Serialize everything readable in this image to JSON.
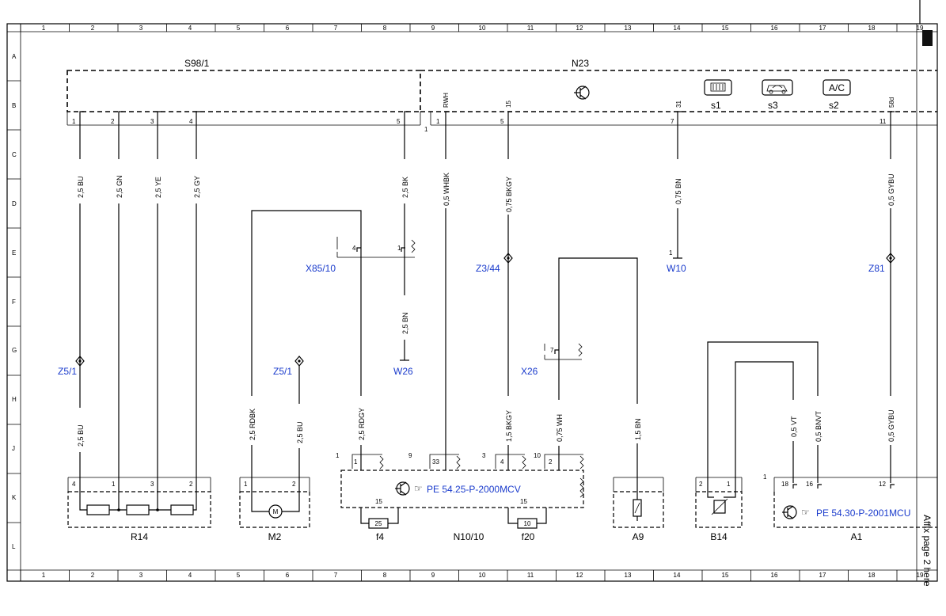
{
  "grid": {
    "columns": [
      "1",
      "2",
      "3",
      "4",
      "5",
      "6",
      "7",
      "8",
      "9",
      "10",
      "11",
      "12",
      "13",
      "14",
      "15",
      "16",
      "17",
      "18",
      "19"
    ],
    "rows": [
      "A",
      "B",
      "C",
      "D",
      "E",
      "F",
      "G",
      "H",
      "J",
      "K",
      "L"
    ]
  },
  "modules": {
    "s98": {
      "name": "S98/1",
      "pins": [
        "1",
        "2",
        "3",
        "4",
        "5"
      ]
    },
    "n23": {
      "name": "N23",
      "pins": [
        "RWH",
        "15",
        "31",
        "58d"
      ],
      "pin_numbers": [
        "1",
        "5",
        "7",
        "11"
      ],
      "corner": "1",
      "switches": [
        {
          "label": "s1"
        },
        {
          "label": "s3"
        },
        {
          "label": "s2",
          "text": "A/C"
        }
      ]
    }
  },
  "wires": {
    "bu": "2,5 BU",
    "gn": "2,5 GN",
    "ye": "2,5 YE",
    "gy": "2,5 GY",
    "bk": "2,5 BK",
    "whbk": "0,5 WHBK",
    "bkgy_top": "0,75 BKGY",
    "bn_w10": "0,75 BN",
    "gybu_top": "0,5 GYBU",
    "bn_w26": "2,5 BN",
    "bu_low": "2,5 BU",
    "rdbk": "2,5 RDBK",
    "bu_m2": "2,5 BU",
    "rdgy": "2,5 RDGY",
    "bkgy_low": "1,5 BKGY",
    "wh": "0,75 WH",
    "bn_a9": "1,5 BN",
    "vt": "0,5 VT",
    "bnvt": "0,5 BNVT",
    "gybu_low": "0,5 GYBU"
  },
  "connectors": {
    "x8510": {
      "name": "X85/10",
      "pins": [
        "4",
        "1"
      ]
    },
    "z344": "Z3/44",
    "w10": "W10",
    "w10_pin": "1",
    "z81": "Z81",
    "z51a": "Z5/1",
    "z51b": "Z5/1",
    "w26": "W26",
    "x26": {
      "name": "X26",
      "pin": "7"
    }
  },
  "components": {
    "r14": {
      "name": "R14",
      "pins": [
        "4",
        "1",
        "3",
        "2"
      ]
    },
    "m2": {
      "name": "M2",
      "pins": [
        "1",
        "2"
      ],
      "symbol": "M"
    },
    "n1010": {
      "name": "N10/10",
      "ref": "PE 54.25-P-2000MCV",
      "pins": [
        "1",
        "9",
        "3",
        "10"
      ],
      "inner": [
        "1",
        "33",
        "4",
        "2"
      ],
      "bottom": [
        "15",
        "15"
      ]
    },
    "f4": {
      "name": "f4",
      "value": "25"
    },
    "f20": {
      "name": "f20",
      "value": "10"
    },
    "a9": {
      "name": "A9"
    },
    "b14": {
      "name": "B14",
      "pins": [
        "2",
        "1"
      ]
    },
    "a1": {
      "name": "A1",
      "ref": "PE 54.30-P-2001MCU",
      "corner": "1",
      "pins": [
        "18",
        "16",
        "12"
      ]
    }
  },
  "affix_note": "Affix page 2 here"
}
